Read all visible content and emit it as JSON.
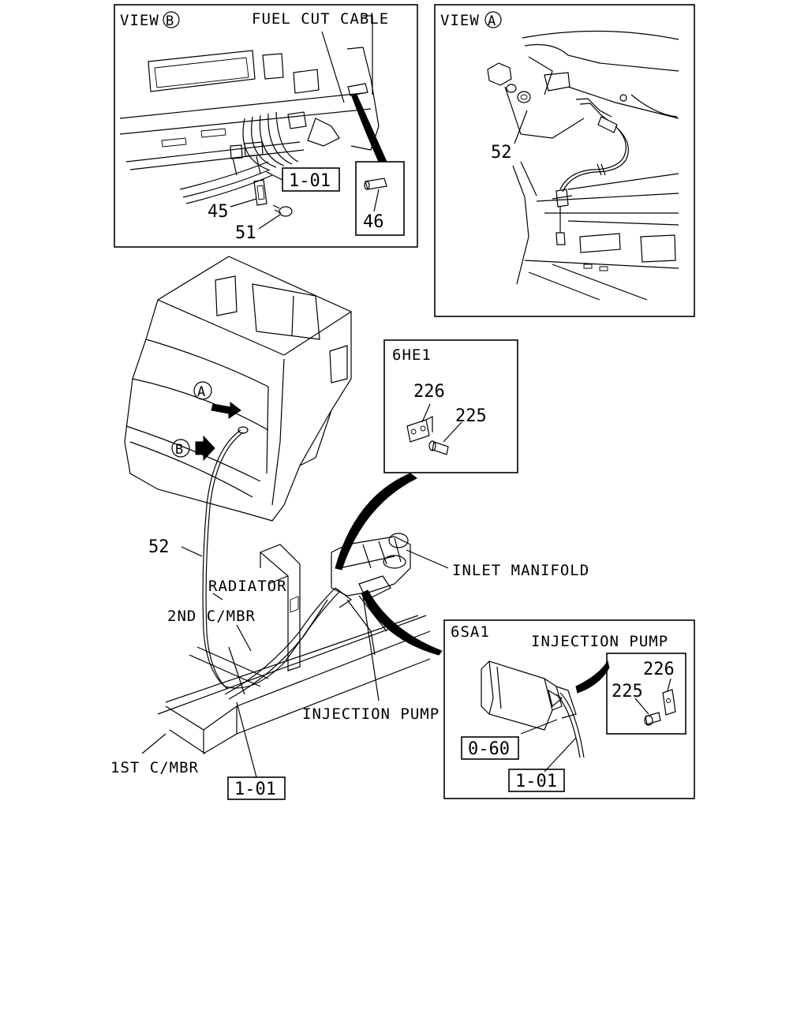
{
  "view_b": {
    "title": "VIEW",
    "letter": "B",
    "fuel_cut_cable": "FUEL CUT CABLE",
    "ref_1_01": "1-01",
    "p45": "45",
    "p46": "46",
    "p51": "51"
  },
  "view_a": {
    "title": "VIEW",
    "letter": "A",
    "p52": "52"
  },
  "box_6he1": {
    "title": "6HE1",
    "p226": "226",
    "p225": "225"
  },
  "main": {
    "marker_a": "A",
    "marker_b": "B",
    "p52": "52",
    "radiator": "RADIATOR",
    "second_cmbr": "2ND C/MBR",
    "first_cmbr": "1ST C/MBR",
    "inlet_manifold": "INLET MANIFOLD",
    "injection_pump": "INJECTION PUMP",
    "ref_1_01": "1-01"
  },
  "box_6sa1": {
    "title": "6SA1",
    "injection_pump": "INJECTION PUMP",
    "p226": "226",
    "p225": "225",
    "ref_0_60": "0-60",
    "ref_1_01": "1-01"
  }
}
